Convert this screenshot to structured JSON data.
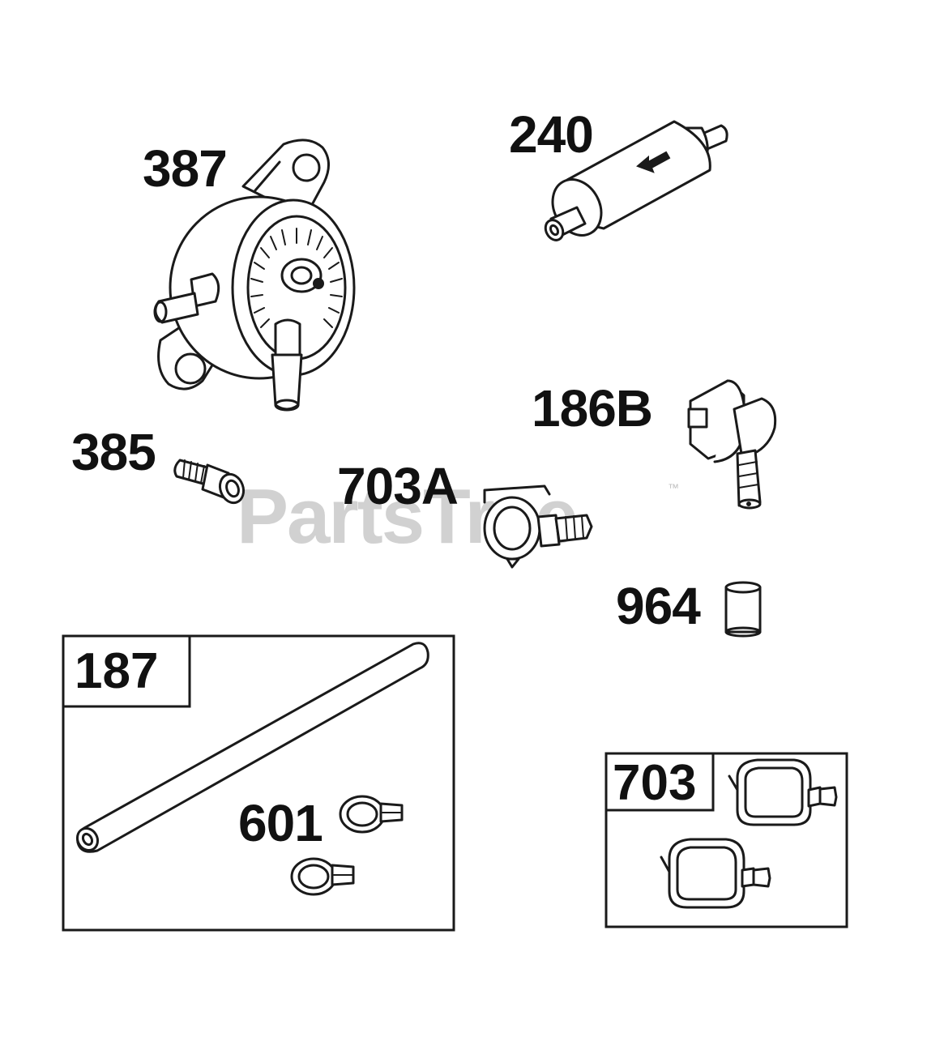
{
  "watermark": {
    "text": "PartsTree",
    "trademark": "™"
  },
  "parts": [
    {
      "id": "387"
    },
    {
      "id": "240"
    },
    {
      "id": "186B"
    },
    {
      "id": "385"
    },
    {
      "id": "703A"
    },
    {
      "id": "964"
    }
  ],
  "boxes": [
    {
      "id": "187",
      "contains": "601"
    },
    {
      "id": "703"
    }
  ]
}
